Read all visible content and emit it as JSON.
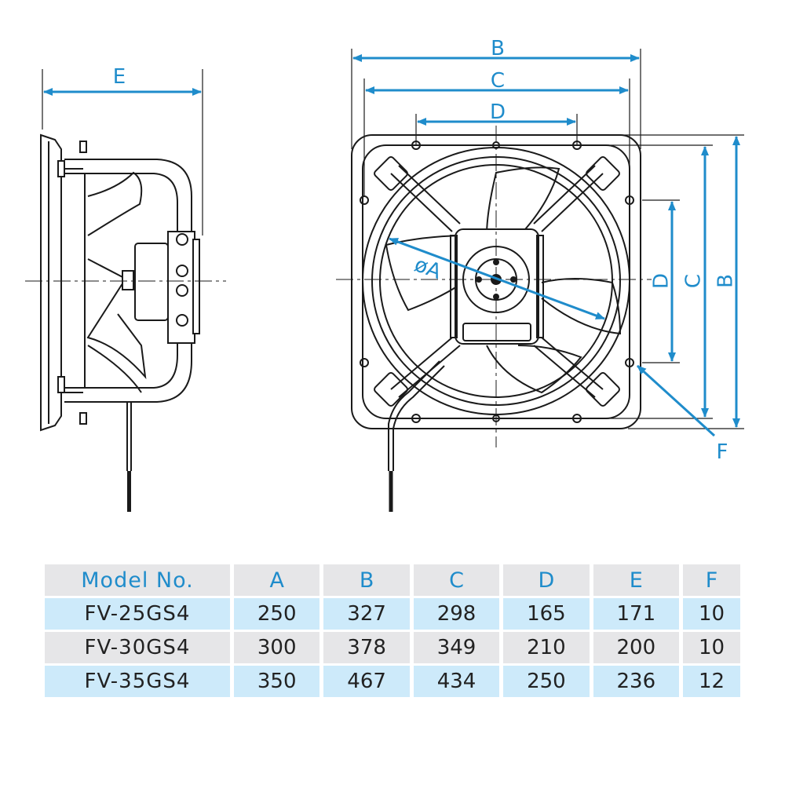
{
  "colors": {
    "dimension": "#1f8ccb",
    "outline": "#1a1a1a",
    "header_bg": "#e6e6e8",
    "row_blue": "#cdeafa",
    "row_gray": "#e6e6e8"
  },
  "side_view": {
    "dim_e": "E"
  },
  "front_view": {
    "dim_b": "B",
    "dim_c": "C",
    "dim_d": "D",
    "dim_a": "øA",
    "dim_f": "F"
  },
  "table": {
    "headers": [
      "Model No.",
      "A",
      "B",
      "C",
      "D",
      "E",
      "F"
    ],
    "rows": [
      [
        "FV-25GS4",
        "250",
        "327",
        "298",
        "165",
        "171",
        "10"
      ],
      [
        "FV-30GS4",
        "300",
        "378",
        "349",
        "210",
        "200",
        "10"
      ],
      [
        "FV-35GS4",
        "350",
        "467",
        "434",
        "250",
        "236",
        "12"
      ]
    ]
  }
}
